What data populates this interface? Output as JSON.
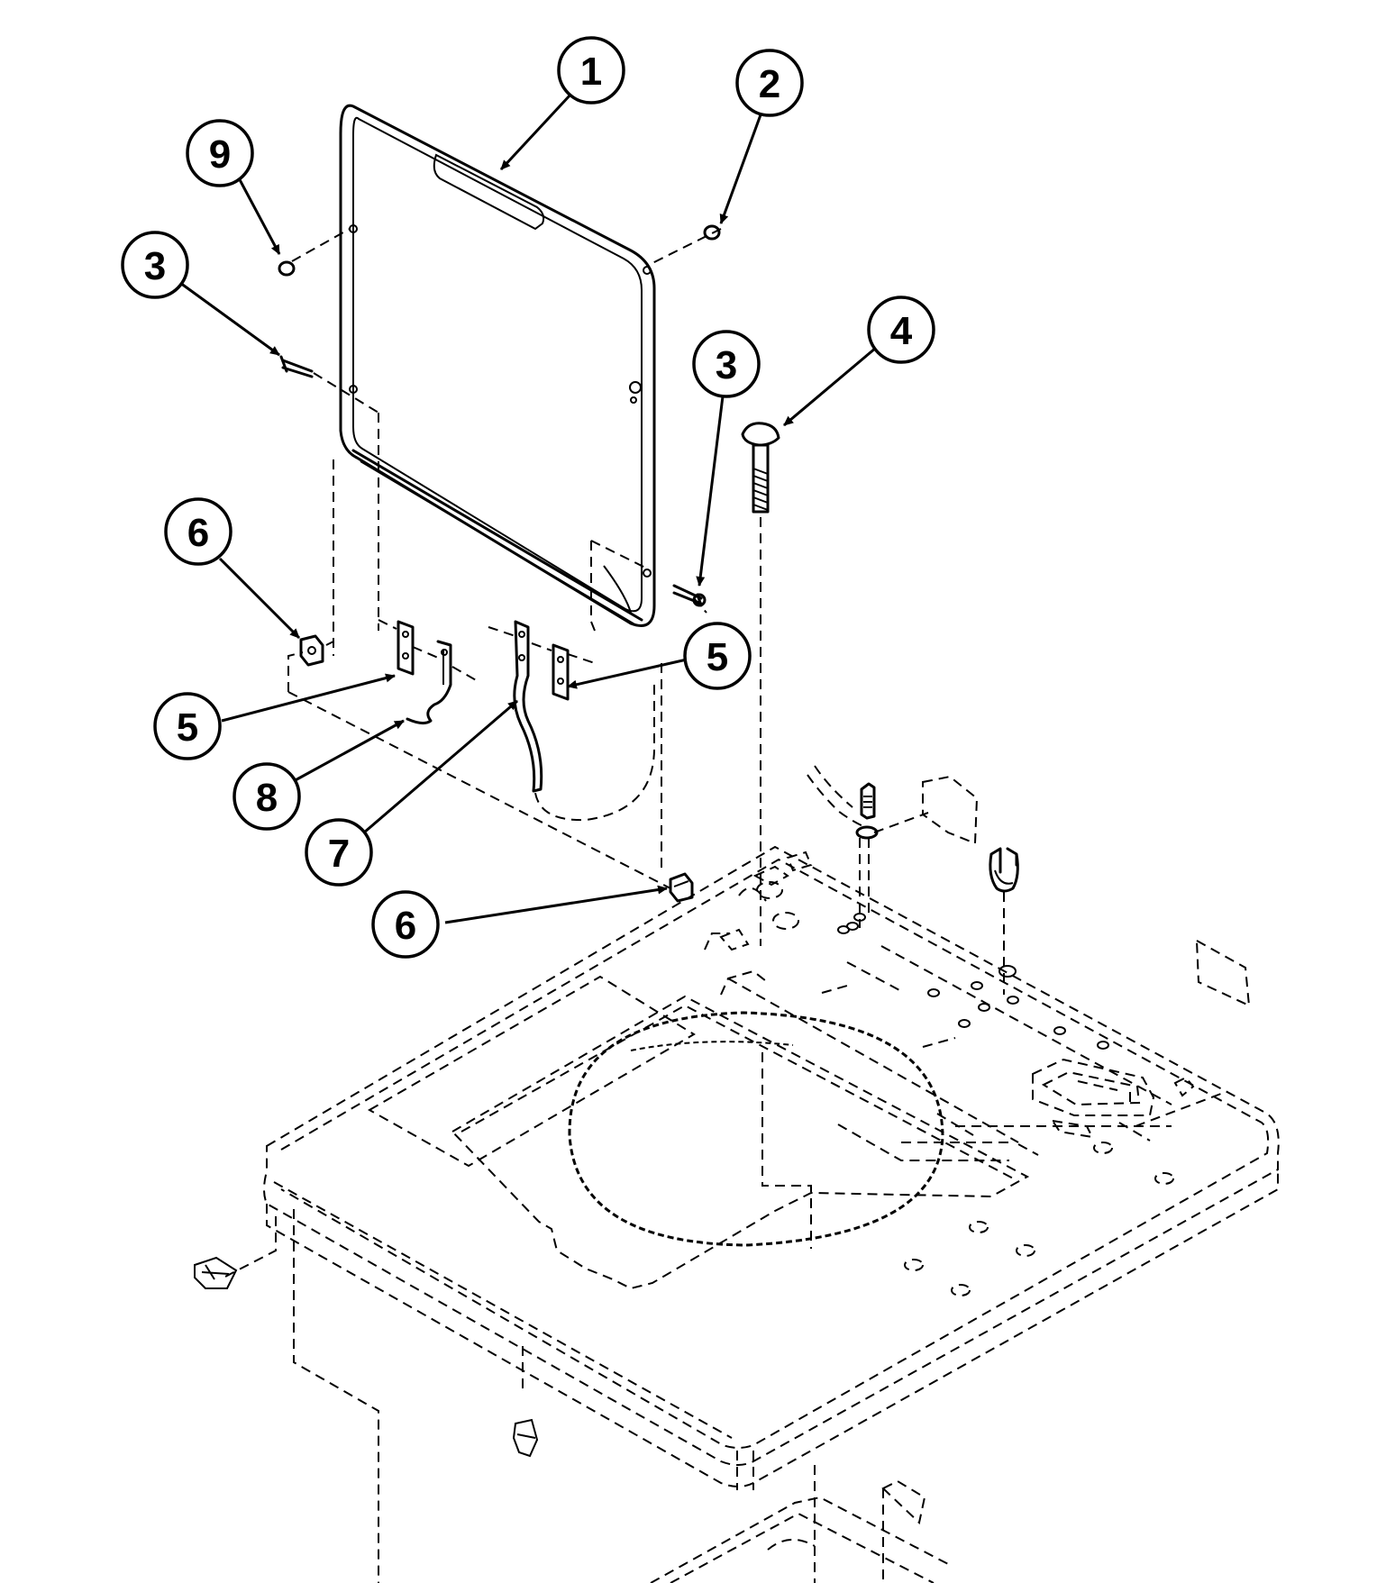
{
  "diagram": {
    "callouts": [
      "1",
      "2",
      "3",
      "3",
      "4",
      "5",
      "5",
      "6",
      "6",
      "7",
      "8",
      "9"
    ]
  }
}
